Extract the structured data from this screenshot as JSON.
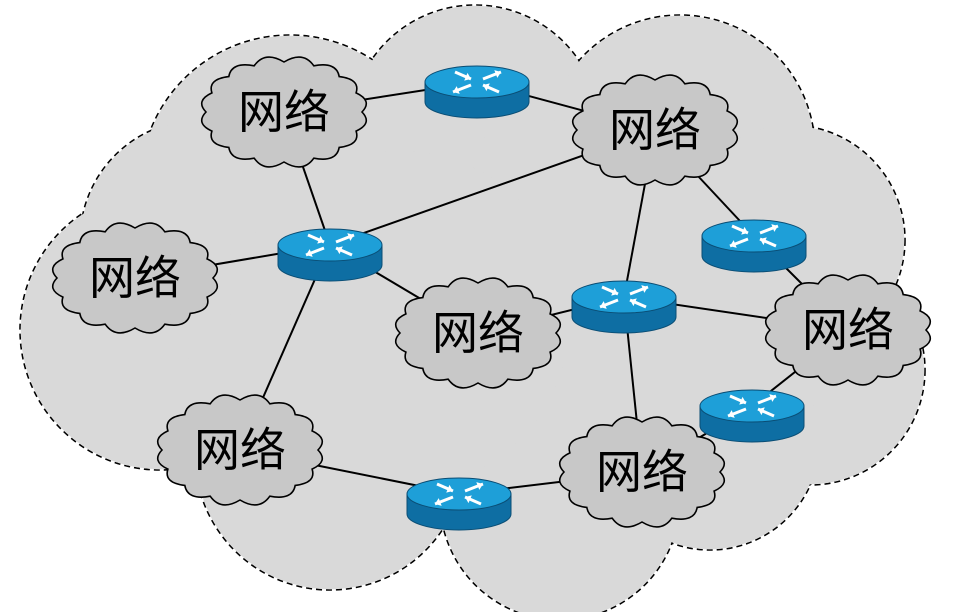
{
  "diagram": {
    "colors": {
      "internet_fill": "#d9d9d9",
      "internet_stroke": "#000000",
      "network_fill": "#c8c8c8",
      "router_top": "#1e9fd8",
      "router_side": "#0e6ea3",
      "arrow": "#ffffff",
      "link": "#000000"
    },
    "networks": [
      {
        "id": "n1",
        "label": "网络"
      },
      {
        "id": "n2",
        "label": "网络"
      },
      {
        "id": "n3",
        "label": "网络"
      },
      {
        "id": "n4",
        "label": "网络"
      },
      {
        "id": "n5",
        "label": "网络"
      },
      {
        "id": "n6",
        "label": "网络"
      },
      {
        "id": "n7",
        "label": "网络"
      }
    ],
    "routers": [
      {
        "id": "r1",
        "icon": "router-icon"
      },
      {
        "id": "r2",
        "icon": "router-icon"
      },
      {
        "id": "r3",
        "icon": "router-icon"
      },
      {
        "id": "r4",
        "icon": "router-icon"
      },
      {
        "id": "r5",
        "icon": "router-icon"
      },
      {
        "id": "r6",
        "icon": "router-icon"
      }
    ],
    "links": [
      [
        "n1",
        "r1"
      ],
      [
        "r1",
        "n2"
      ],
      [
        "n1",
        "r2"
      ],
      [
        "n3",
        "r2"
      ],
      [
        "r2",
        "n2"
      ],
      [
        "r2",
        "n4"
      ],
      [
        "r2",
        "n5"
      ],
      [
        "n5",
        "r6"
      ],
      [
        "r6",
        "n6"
      ],
      [
        "n4",
        "r3"
      ],
      [
        "r3",
        "n2"
      ],
      [
        "r3",
        "n7"
      ],
      [
        "r3",
        "n6"
      ],
      [
        "n2",
        "r4"
      ],
      [
        "r4",
        "n7"
      ],
      [
        "n7",
        "r5"
      ],
      [
        "r5",
        "n6"
      ]
    ]
  }
}
